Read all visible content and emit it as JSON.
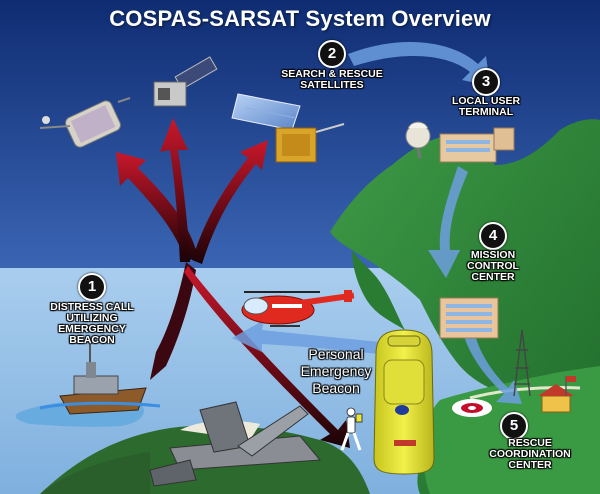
{
  "title": "COSPAS-SARSAT System Overview",
  "steps": [
    {
      "number": "1",
      "lines": [
        "DISTRESS CALL",
        "UTILIZING",
        "EMERGENCY",
        "BEACON"
      ]
    },
    {
      "number": "2",
      "lines": [
        "SEARCH & RESCUE",
        "SATELLITES"
      ]
    },
    {
      "number": "3",
      "lines": [
        "LOCAL USER",
        "TERMINAL"
      ]
    },
    {
      "number": "4",
      "lines": [
        "MISSION",
        "CONTROL",
        "CENTER"
      ]
    },
    {
      "number": "5",
      "lines": [
        "RESCUE",
        "COORDINATION",
        "CENTER"
      ]
    }
  ],
  "beacon_label": [
    "Personal",
    "Emergency",
    "Beacon"
  ],
  "colors": {
    "sky_top": "#0f2c72",
    "sky_bottom": "#6f9fdc",
    "sea": "#8ebde6",
    "land": "#2f8a3a",
    "signal_red": "#b4162a",
    "flow_arrow": "#6d9fdf",
    "beacon_yellow": "#e8e63c",
    "helicopter_red": "#e0291f"
  },
  "icons": [
    "satellite-icon",
    "ship-icon",
    "helicopter-icon",
    "aircraft-wreck-icon",
    "hiker-icon",
    "dish-antenna-icon",
    "radio-tower-icon",
    "flag-icon"
  ]
}
